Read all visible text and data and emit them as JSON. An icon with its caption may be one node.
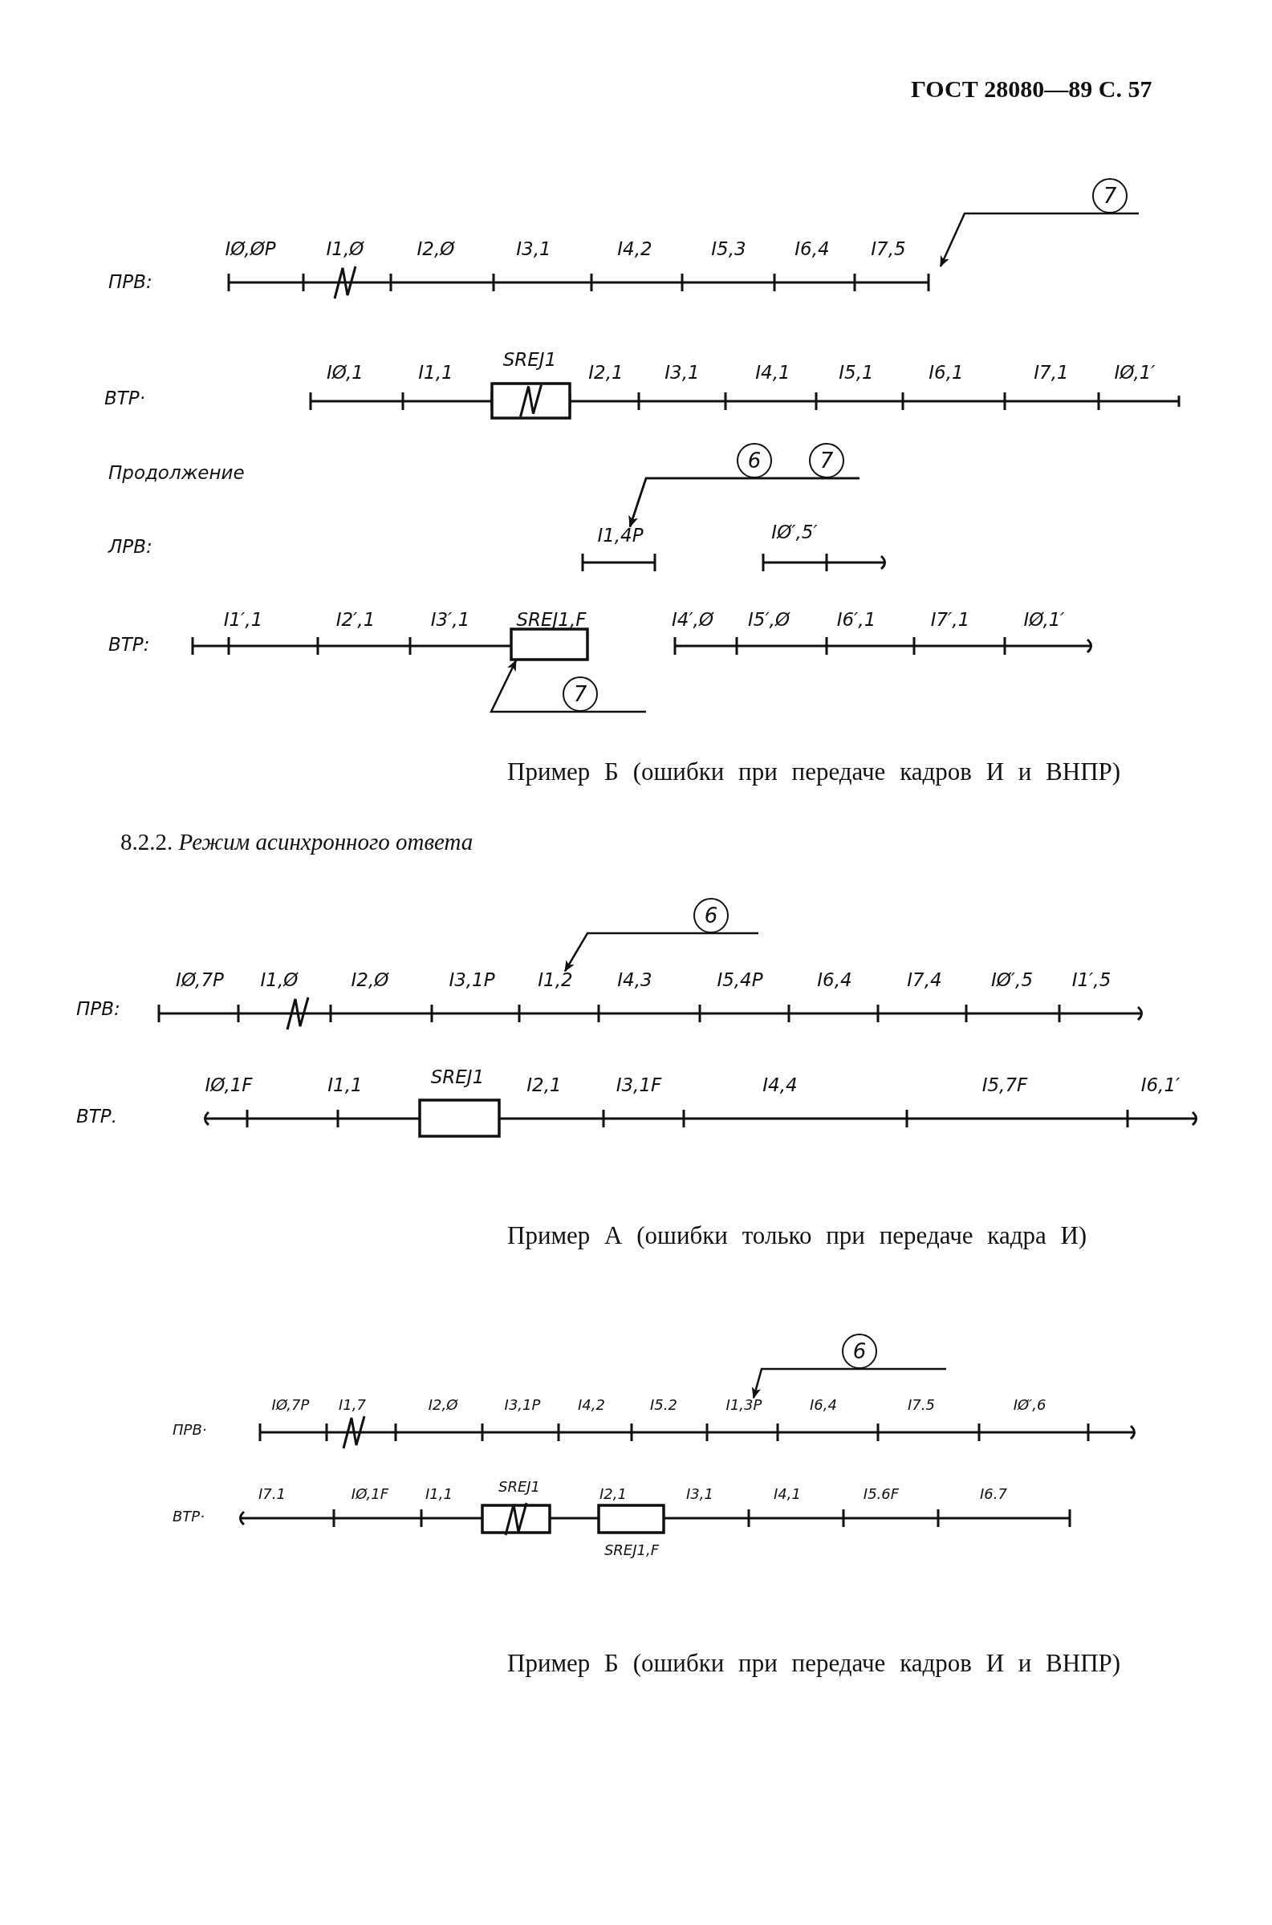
{
  "diagram": {
    "nodes": [
      {
        "text": [
          "7"
        ]
      },
      {
        "text": [
          "6"
        ]
      },
      {
        "text": [
          "7"
        ]
      },
      {
        "text": [
          "I1,4P"
        ]
      },
      {
        "text": [],
        "shape": "box"
      },
      {
        "text": [
          "7"
        ]
      },
      {
        "text": [
          "6"
        ]
      },
      {
        "text": [
          "I1,2"
        ]
      },
      {
        "text": [
          "6"
        ]
      },
      {
        "text": [
          "I1,3P"
        ]
      }
    ],
    "edges": [
      {
        "from": 0,
        "to": null,
        "arrow": "to"
      },
      {
        "from": 1,
        "to": 3,
        "arrow": "to"
      },
      {
        "from": 2,
        "to": 3,
        "arrow": "to"
      },
      {
        "from": 5,
        "to": 4,
        "arrow": "to"
      },
      {
        "from": 6,
        "to": 7,
        "arrow": "to"
      },
      {
        "from": 8,
        "to": 9,
        "arrow": "to"
      }
    ],
    "labels": [
      "ГОСТ 28080—89 С. 57",
      "ПРВ:",
      "IØ,ØP",
      "I1,Ø",
      "I2,Ø",
      "I3,1",
      "I4,2",
      "I5,3",
      "I6,4",
      "I7,5",
      "ВТР·",
      "IØ,1",
      "I1,1",
      "SREJ1",
      "I2,1",
      "I3,1",
      "I4,1",
      "I5,1",
      "I6,1",
      "I7,1",
      "IØ,1′",
      "Продолжение",
      "ЛРВ:",
      "IØ′,5′",
      "ВТР:",
      "I1′,1",
      "I2′,1",
      "I3′,1",
      "SREJ1,F",
      "I4′,Ø",
      "I5′,Ø",
      "I6′,1",
      "I7′,1",
      "IØ,1′",
      "Пример Б (ошибки при передаче кадров И и ВНПР)",
      "8.2.2. *Режим асинхронного ответа*",
      "ПРВ:",
      "IØ,7P",
      "I1,Ø",
      "I2,Ø",
      "I3,1P",
      "I4,3",
      "I5,4P",
      "I6,4",
      "I7,4",
      "IØ′,5",
      "I1′,5",
      "ВТР.",
      "IØ,1F",
      "I1,1",
      "SREJ1",
      "I2,1",
      "I3,1F",
      "I4,4",
      "I5,7F",
      "I6,1′",
      "Пример А (ошибки только при передаче кадра И)",
      "ПРВ·",
      "IØ,7P",
      "I1,7",
      "I2,Ø",
      "I3,1P",
      "I4,2",
      "I5.2",
      "I6,4",
      "I7.5",
      "IØ′,6",
      "ВТР·",
      "I7.1",
      "IØ,1F",
      "I1,1",
      "SREJ1",
      "I2,1",
      "I3,1",
      "I4,1",
      "I5.6F",
      "I6.7",
      "SREJ1,F",
      "Пример Б (ошибки при передаче кадров И и ВНПР)"
    ]
  }
}
